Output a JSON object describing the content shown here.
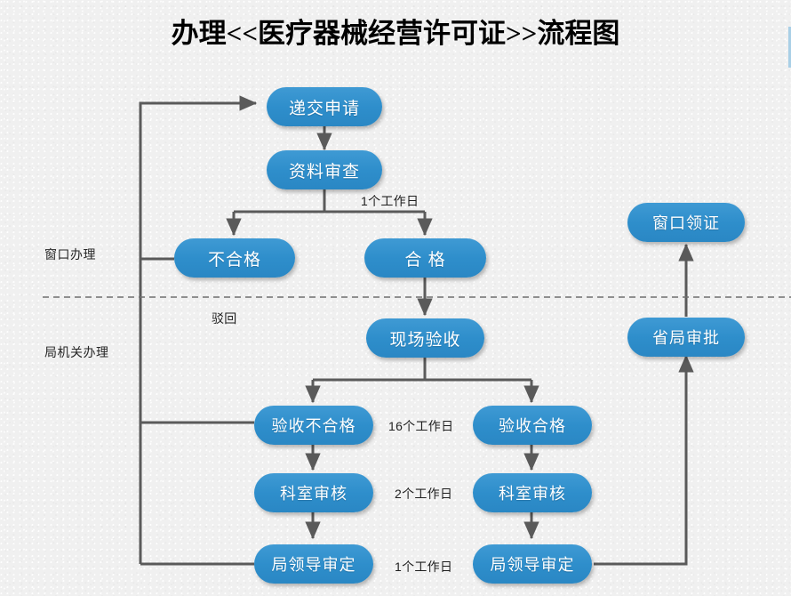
{
  "title": "办理<<医疗器械经营许可证>>流程图",
  "nodes": {
    "submit": "递交申请",
    "review": "资料审查",
    "fail": "不合格",
    "pass": "合 格",
    "onsite": "现场验收",
    "insp_fail": "验收不合格",
    "insp_pass": "验收合格",
    "dept_review_left": "科室审核",
    "dept_review_right": "科室审核",
    "leader_left": "局领导审定",
    "leader_right": "局领导审定",
    "prov_approve": "省局审批",
    "collect": "窗口领证"
  },
  "lane_labels": {
    "window": "窗口办理",
    "bureau": "局机关办理"
  },
  "edge_labels": {
    "one_day_top": "1个工作日",
    "reject": "驳回",
    "sixteen_days": "16个工作日",
    "two_days": "2个工作日",
    "one_day_bottom": "1个工作日"
  },
  "colors": {
    "node_fill": "#2e8ecb",
    "node_fill_light": "#3f9ad4",
    "node_text": "#ffffff",
    "connector": "#5a5a5a",
    "background": "#f0f0f0",
    "title_text": "#000000",
    "divider": "#6f6f6f",
    "scrollbar": "#a9cfe6"
  }
}
